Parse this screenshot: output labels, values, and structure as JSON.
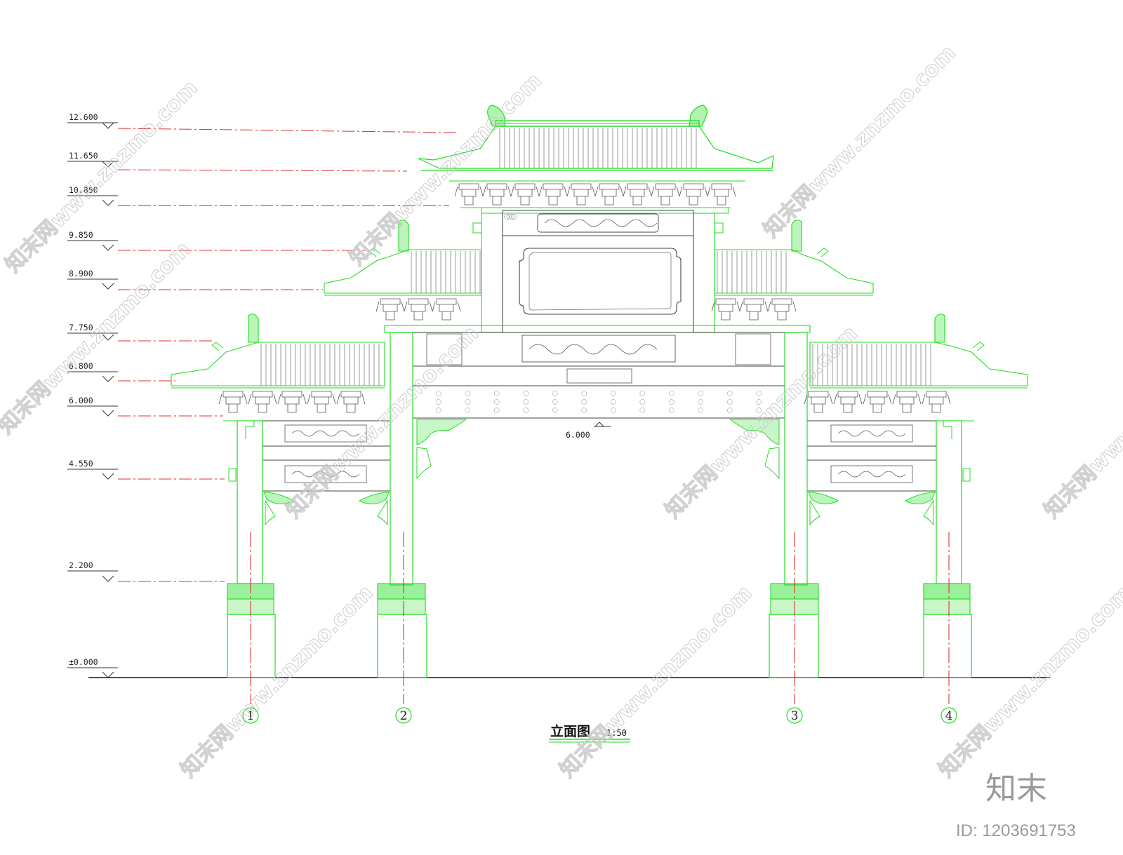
{
  "drawing": {
    "title": "立面图",
    "scale": "1:50",
    "levels": [
      "12.600",
      "11.650",
      "10.850",
      "9.850",
      "8.900",
      "7.750",
      "6.800",
      "6.000",
      "4.550",
      "2.200",
      "±0.000"
    ],
    "center_level": "6.000",
    "axes": [
      "1",
      "2",
      "3",
      "4"
    ]
  },
  "watermark": {
    "text": "知末网www.znzmo.com",
    "logo": "知末",
    "id": "ID: 1203691753"
  },
  "colors": {
    "green": "#22dd22",
    "gray": "#7a7a7a",
    "red": "#e02020",
    "black": "#111111"
  }
}
